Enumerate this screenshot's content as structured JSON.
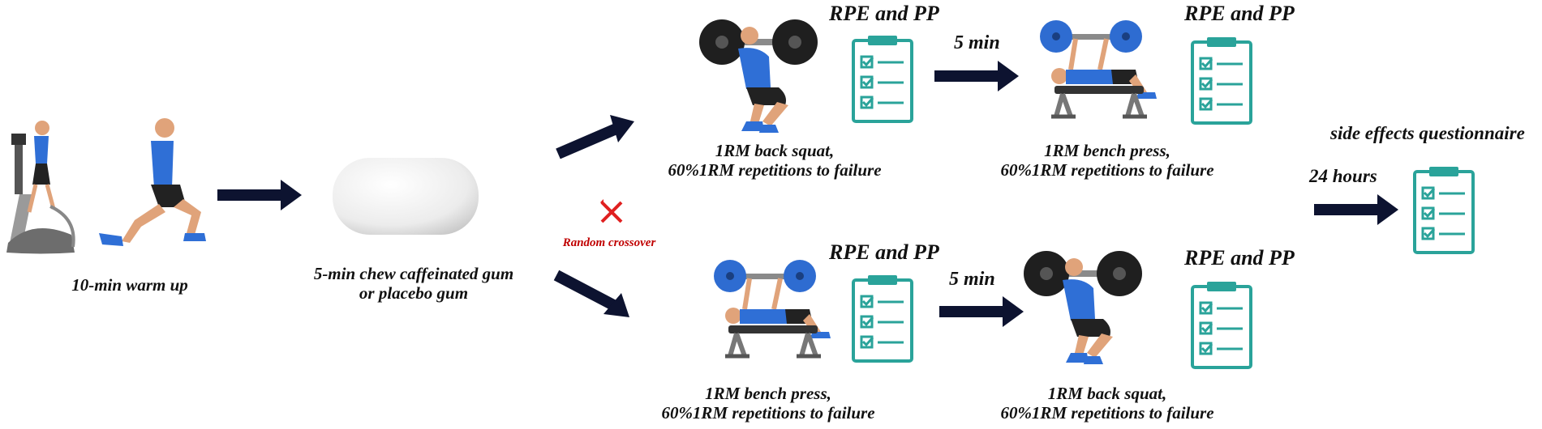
{
  "labels": {
    "warmup": "10-min warm up",
    "gum_line1": "5-min chew caffeinated gum",
    "gum_line2": "or placebo gum",
    "random": "Random crossover",
    "top_squat_line1": "1RM back squat,",
    "top_squat_line2": "60%1RM repetitions to failure",
    "top_bench_line1": "1RM bench press,",
    "top_bench_line2": "60%1RM repetitions to failure",
    "bot_bench_line1": "1RM bench press,",
    "bot_bench_line2": "60%1RM repetitions to failure",
    "bot_squat_line1": "1RM back squat,",
    "bot_squat_line2": "60%1RM repetitions to failure",
    "rpe_pp": "RPE and PP",
    "five_min": "5 min",
    "side_effects": "side effects questionnaire",
    "hours": "24 hours"
  },
  "colors": {
    "arrow": "#0d1330",
    "clipboard": "#2aa39a",
    "athlete_shirt": "#2f6fd6",
    "plate": "#1f1f1f",
    "plate_blue": "#2e6cd1",
    "cross": "#e02020"
  },
  "icons": [
    "stair-climber-icon",
    "lunge-icon",
    "gum-icon",
    "squat-icon",
    "bench-press-icon",
    "checklist-icon",
    "cross-icon"
  ]
}
